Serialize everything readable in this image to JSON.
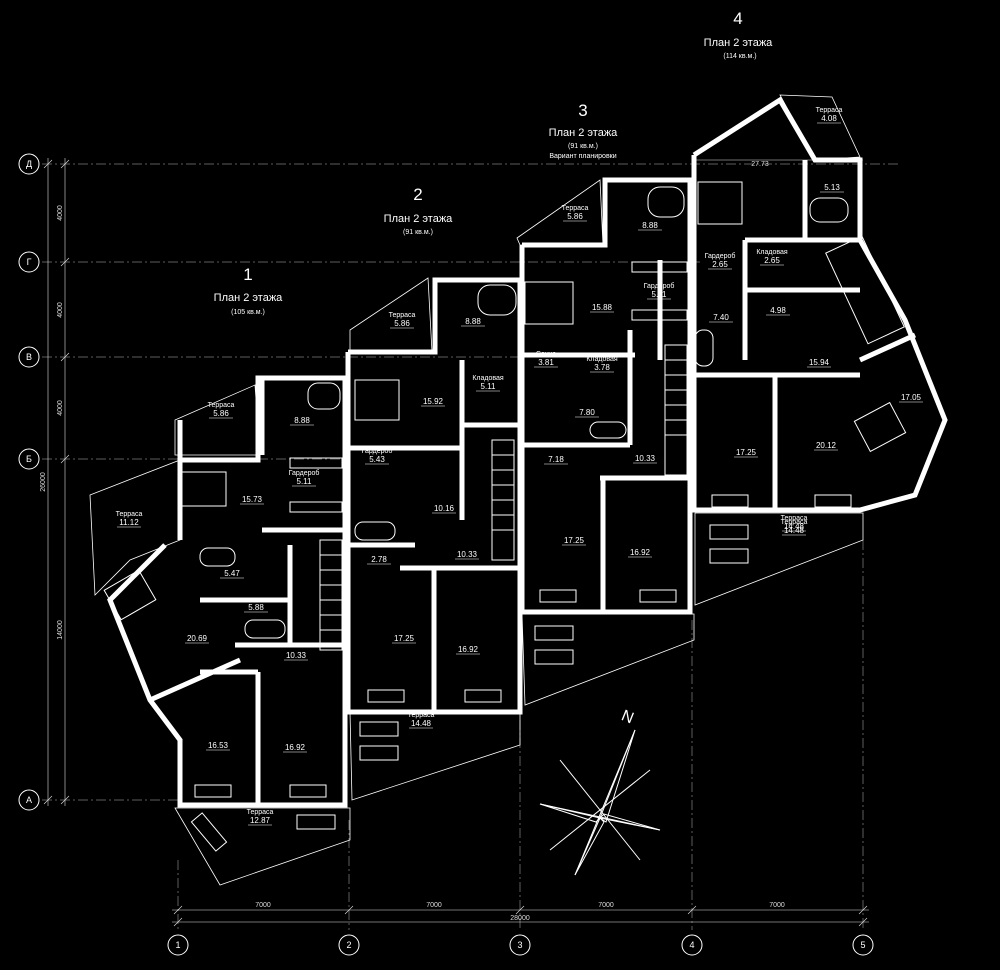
{
  "grid_labels": {
    "rows": [
      "Д",
      "Г",
      "В",
      "Б",
      "А"
    ],
    "cols": [
      "1",
      "2",
      "3",
      "4",
      "5"
    ]
  },
  "dimensions": {
    "left": [
      "4000",
      "4000",
      "4000",
      "14000",
      "26000"
    ],
    "bottom": [
      "7000",
      "7000",
      "7000",
      "7000",
      "28000"
    ],
    "top_span": "27.73"
  },
  "units": [
    {
      "num": "1",
      "title": "План 2 этажа",
      "area": "(105 кв.м.)",
      "subtitle": ""
    },
    {
      "num": "2",
      "title": "План 2 этажа",
      "area": "(91 кв.м.)",
      "subtitle": ""
    },
    {
      "num": "3",
      "title": "План 2 этажа",
      "area": "(91 кв.м.)",
      "subtitle": "Вариант планировки"
    },
    {
      "num": "4",
      "title": "План 2 этажа",
      "area": "(114 кв.м.)",
      "subtitle": ""
    }
  ],
  "rooms": [
    {
      "label": "Терраса",
      "area": "5.86"
    },
    {
      "label": "Терраса",
      "area": "11.12"
    },
    {
      "label": "",
      "area": "8.88"
    },
    {
      "label": "",
      "area": "15.73"
    },
    {
      "label": "Гардероб",
      "area": "5.11"
    },
    {
      "label": "",
      "area": "5.47"
    },
    {
      "label": "",
      "area": "5.88"
    },
    {
      "label": "",
      "area": "20.69"
    },
    {
      "label": "",
      "area": "10.33"
    },
    {
      "label": "",
      "area": "16.53"
    },
    {
      "label": "",
      "area": "16.92"
    },
    {
      "label": "Терраса",
      "area": "12.87"
    },
    {
      "label": "Терраса",
      "area": "5.86"
    },
    {
      "label": "",
      "area": "8.88"
    },
    {
      "label": "",
      "area": "15.92"
    },
    {
      "label": "Кладовая",
      "area": "5.11"
    },
    {
      "label": "Гардероб",
      "area": "5.43"
    },
    {
      "label": "",
      "area": "10.16"
    },
    {
      "label": "",
      "area": "2.78"
    },
    {
      "label": "",
      "area": "10.33"
    },
    {
      "label": "",
      "area": "17.25"
    },
    {
      "label": "",
      "area": "16.92"
    },
    {
      "label": "Терраса",
      "area": "14.48"
    },
    {
      "label": "Терраса",
      "area": "5.86"
    },
    {
      "label": "",
      "area": "8.88"
    },
    {
      "label": "",
      "area": "15.88"
    },
    {
      "label": "Сауна",
      "area": "3.81"
    },
    {
      "label": "Кладовая",
      "area": "3.78"
    },
    {
      "label": "",
      "area": "7.80"
    },
    {
      "label": "",
      "area": "7.18"
    },
    {
      "label": "",
      "area": "10.33"
    },
    {
      "label": "Гардероб",
      "area": "5.11"
    },
    {
      "label": "",
      "area": "17.25"
    },
    {
      "label": "",
      "area": "16.92"
    },
    {
      "label": "Терраса",
      "area": "14.48"
    },
    {
      "label": "Терраса",
      "area": "4.08"
    },
    {
      "label": "",
      "area": "5.13"
    },
    {
      "label": "Гардероб",
      "area": "2.65"
    },
    {
      "label": "Кладовая",
      "area": "2.65"
    },
    {
      "label": "",
      "area": "7.40"
    },
    {
      "label": "",
      "area": "4.98"
    },
    {
      "label": "",
      "area": "15.94"
    },
    {
      "label": "",
      "area": "17.05"
    },
    {
      "label": "",
      "area": "17.25"
    },
    {
      "label": "",
      "area": "20.12"
    },
    {
      "label": "Терраса",
      "area": "14.48"
    }
  ],
  "compass": {
    "label": "N"
  }
}
